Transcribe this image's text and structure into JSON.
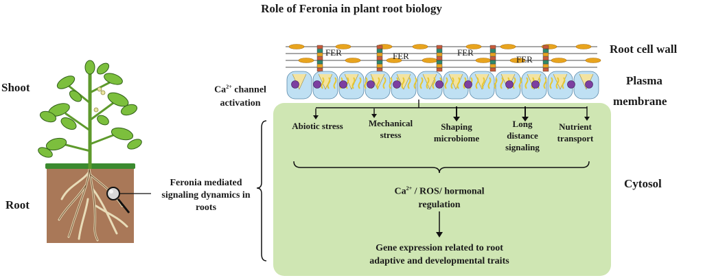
{
  "title": "Role of Feronia in plant root biology",
  "plant": {
    "shoot_label": "Shoot",
    "root_label": "Root"
  },
  "middle_label": "Feronia mediated signaling dynamics in roots",
  "membrane": {
    "fer_label": "FER",
    "ca_label_1": "Ca",
    "ca_label_sup": "2+",
    "ca_label_2": " channel",
    "ca_label_3": "activation"
  },
  "right_labels": {
    "cell_wall": "Root cell wall",
    "plasma_1": "Plasma",
    "plasma_2": "membrane",
    "cytosol": "Cytosol"
  },
  "outcomes": [
    {
      "line1": "Abiotic stress",
      "line2": "",
      "line3": ""
    },
    {
      "line1": "Mechanical",
      "line2": "stress",
      "line3": ""
    },
    {
      "line1": "Shaping",
      "line2": "microbiome",
      "line3": ""
    },
    {
      "line1": "Long",
      "line2": "distance",
      "line3": "signaling"
    },
    {
      "line1": "Nutrient",
      "line2": "transport",
      "line3": ""
    }
  ],
  "regulation": {
    "ca": "Ca",
    "sup": "2+",
    "rest": " / ROS/ hormonal",
    "line2": "regulation"
  },
  "gene_expression": {
    "line1": "Gene expression related to root",
    "line2": "adaptive and developmental traits"
  },
  "colors": {
    "cytosol_fill": "#cfe6b3",
    "soil": "#a97858",
    "grass": "#3b8a2f",
    "leaf": "#7cbf3d",
    "fer_orange": "#e8a41e",
    "membrane_blue": "#bfe0f3",
    "vesicle_purple": "#7c3fa0"
  }
}
